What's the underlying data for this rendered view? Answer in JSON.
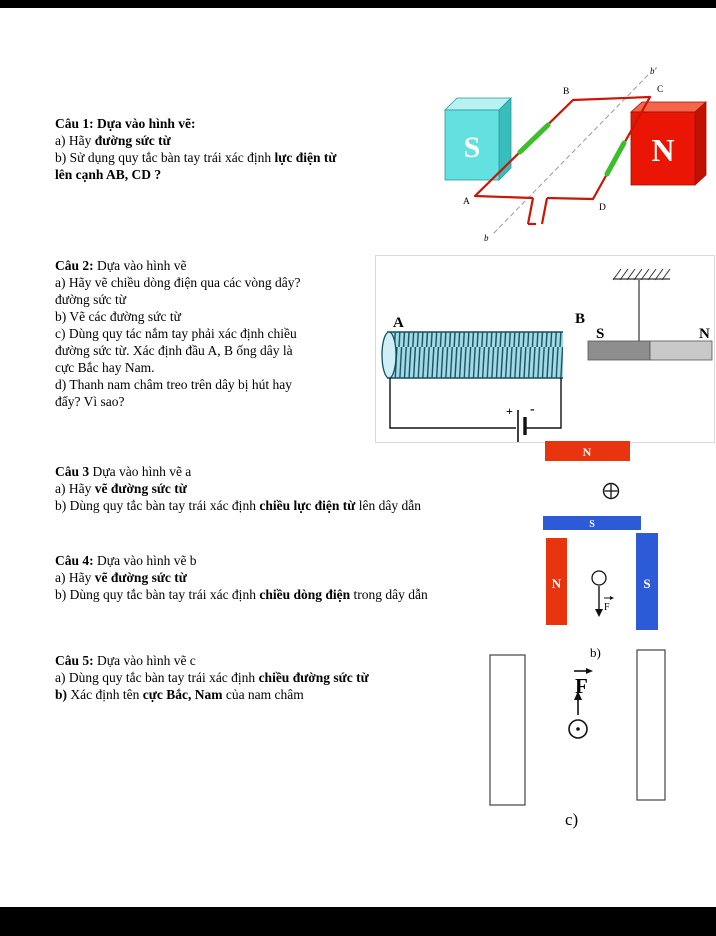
{
  "colors": {
    "cyan_front": "#63e1e1",
    "cyan_top": "#b8f1f1",
    "cyan_side": "#38bdbd",
    "red_front": "#ea1505",
    "red_top": "#f4664c",
    "red_side": "#c01103",
    "wire_red": "#cc1504",
    "green": "#3dbf2a",
    "coil_fill": "#a4dae8",
    "coil_line": "#14505e",
    "bar_red": "#e8350f",
    "bar_blue": "#2d5bd8",
    "gray_dark": "#8e8e8e",
    "gray_light": "#c9c9c9",
    "page_bar": "#000000"
  },
  "q1": {
    "title": "Câu 1: Dựa vào hình vẽ:",
    "a_normal": "a) Hãy ",
    "a_bold": "đường  sức từ",
    "b_normal": "b) Sử dụng quy tắc bàn tay trái xác định ",
    "b_bold": "lực điện từ",
    "b_line2": "lên cạnh AB, CD ?",
    "fig": {
      "s_label": "S",
      "n_label": "N",
      "corner_a": "A",
      "corner_b": "B",
      "corner_c": "C",
      "corner_d": "D",
      "axis_top": "b'",
      "axis_bottom": "b"
    }
  },
  "q2": {
    "title_bold": "Câu 2:",
    "title_rest": " Dựa vào hình vẽ",
    "lines": [
      "a) Hãy vẽ chiều dòng điện qua các vòng dây?",
      "đường  sức từ",
      "b) Vẽ các đường sức từ",
      "c) Dùng quy tác nắm tay phải xác định chiều",
      "đường sức từ. Xác định đầu A, B ống dây là",
      "cực Bắc hay Nam.",
      "d)  Thanh nam châm treo trên dây bị hút hay",
      "đẩy? Vì sao?"
    ],
    "fig": {
      "end_a": "A",
      "end_b": "B",
      "plus": "+",
      "minus": "-",
      "s_label": "S",
      "n_label": "N"
    }
  },
  "q3": {
    "title_bold": "Câu 3",
    "title_rest": " Dựa vào hình vẽ a",
    "a_normal": "a) Hãy ",
    "a_bold": "vẽ  đường sức từ",
    "b_normal": "b) Dùng quy tắc bàn tay trái xác định ",
    "b_bold": "chiều lực điện từ",
    "b_end": " lên dây dẫn",
    "fig": {
      "n_label": "N",
      "s_label": "S",
      "current_symbol": "⊕"
    }
  },
  "q4": {
    "title_bold": "Câu 4:",
    "title_rest": " Dựa vào hình vẽ b",
    "a_normal": "a) Hãy ",
    "a_bold": "vẽ  đường sức từ",
    "b_normal": "b) Dùng quy tắc bàn tay trái xác định ",
    "b_bold": "chiều dòng điện",
    "b_end": " trong dây dẫn",
    "fig": {
      "n_label": "N",
      "s_label": "S",
      "force_label": "F",
      "caption": "b)"
    }
  },
  "q5": {
    "title_bold": "Câu 5:",
    "title_rest": "  Dựa vào hình vẽ c",
    "a_normal": "a)   Dùng quy tắc bàn tay trái xác định ",
    "a_bold": "chiều đường sức từ",
    "b_prefix_bold": "b)",
    "b_normal": " Xác định tên ",
    "b_bold": "cực Bắc, Nam",
    "b_end": " của nam châm",
    "fig": {
      "force_label": "F",
      "caption": "c)",
      "current_symbol": "⊙"
    }
  }
}
